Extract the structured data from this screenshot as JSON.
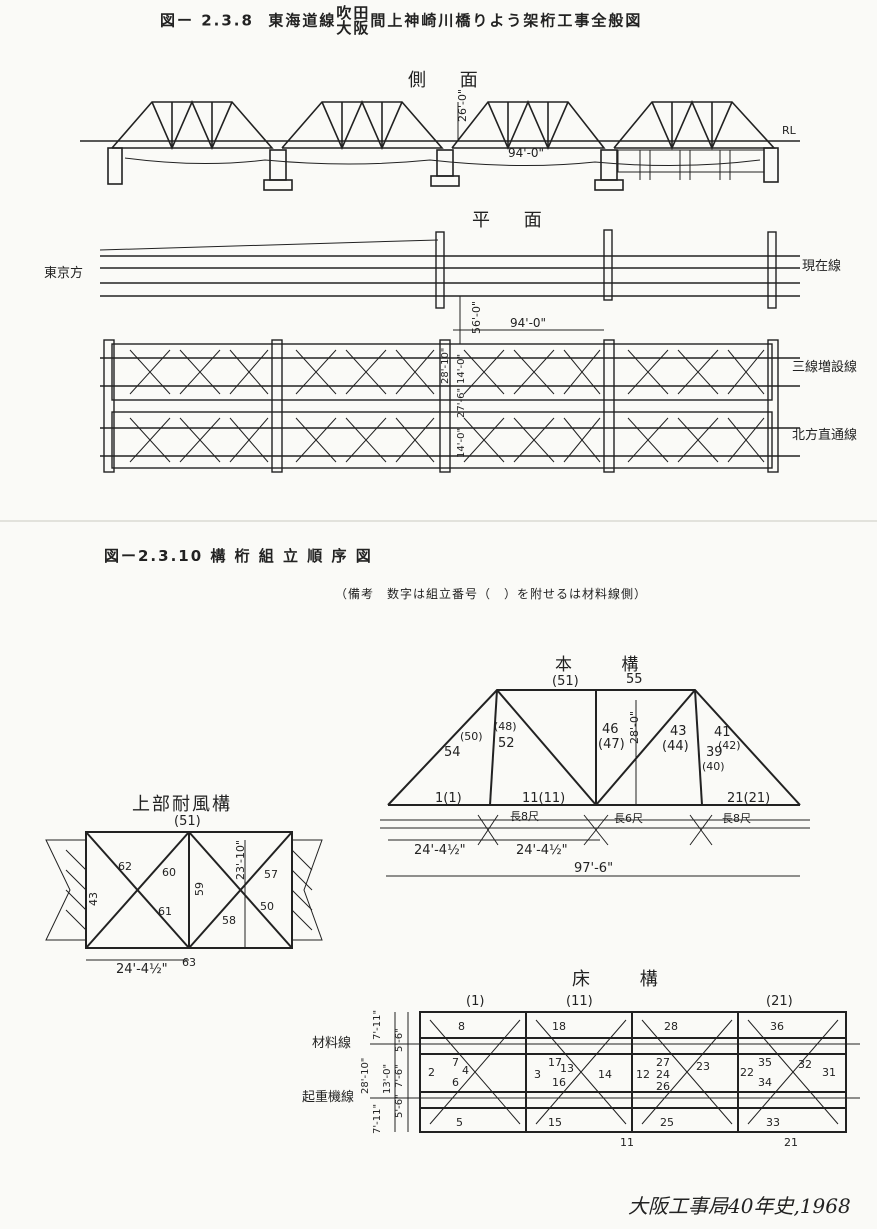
{
  "fig1": {
    "title_prefix": "図ー 2.3.8",
    "title_line": "東海道線",
    "title_stack_top": "吹田",
    "title_stack_bottom": "大阪",
    "title_suffix": "間上神崎川橋りよう架桁工事全般図",
    "side_view": "側 面",
    "plan_view": "平 面",
    "dim_height": "26'-0\"",
    "dim_span": "94'-0\"",
    "rl": "RL",
    "tokyo_side": "東京方",
    "line_existing": "現在線",
    "dim_span_plan": "94'-0\"",
    "dim_gap": "56'-0\"",
    "dim_width": "28'-10\"",
    "dim_a": "14'-0\"",
    "dim_b": "27'-6\"",
    "dim_c": "14'-0\"",
    "line_double": "三線増設線",
    "line_north": "北方直通線"
  },
  "fig2": {
    "title": "図ー2.3.10 構 桁 組 立 順 序 図",
    "note": "（備考　数字は組立番号（　）を附せるは材料線側）",
    "main_truss": "本 構",
    "top_bracing": "上部耐風構",
    "floor": "床 構",
    "mt": {
      "l51": "(51)",
      "l55": "55",
      "l50": "(50)",
      "l54": "54",
      "l48": "(48)",
      "l52": "52",
      "l46": "46",
      "l47": "(47)",
      "l43": "43",
      "l44": "(44)",
      "l41": "41",
      "l42": "(42)",
      "l39": "39",
      "l40": "(40)",
      "h": "28'-0\"",
      "b1": "1(1)",
      "b11": "11(11)",
      "b21": "21(21)",
      "p1": "長8尺",
      "p2": "長6尺",
      "p3": "長8尺",
      "d1": "24'-4½\"",
      "d2": "24'-4½\"",
      "d3": "97'-6\""
    },
    "wb": {
      "l51": "(51)",
      "l62": "62",
      "l60": "60",
      "l61": "61",
      "l59": "59",
      "l57": "57",
      "l58": "58",
      "l50": "50",
      "l43": "43",
      "h": "23'-10\"",
      "w": "24'-4½\"",
      "l63": "63"
    },
    "fl": {
      "h1": "(1)",
      "h11": "(11)",
      "h21": "(21)",
      "n": [
        "8",
        "18",
        "28",
        "36",
        "2",
        "7",
        "4",
        "6",
        "3",
        "17",
        "13",
        "16",
        "14",
        "12",
        "27",
        "24",
        "26",
        "23",
        "22",
        "35",
        "34",
        "32",
        "31",
        "5",
        "15",
        "25",
        "33"
      ],
      "bottom11": "11",
      "bottom21": "21",
      "material_line": "材料線",
      "crane_line": "起重機線",
      "v1": "7'-11\"",
      "v2": "5'-6\"",
      "v3": "7'-6\"",
      "v4": "13'-0\"",
      "v5": "5'-6\"",
      "v6": "7'-11\"",
      "total": "28'-10\""
    }
  },
  "signature": "大阪工事局40年史,1968"
}
